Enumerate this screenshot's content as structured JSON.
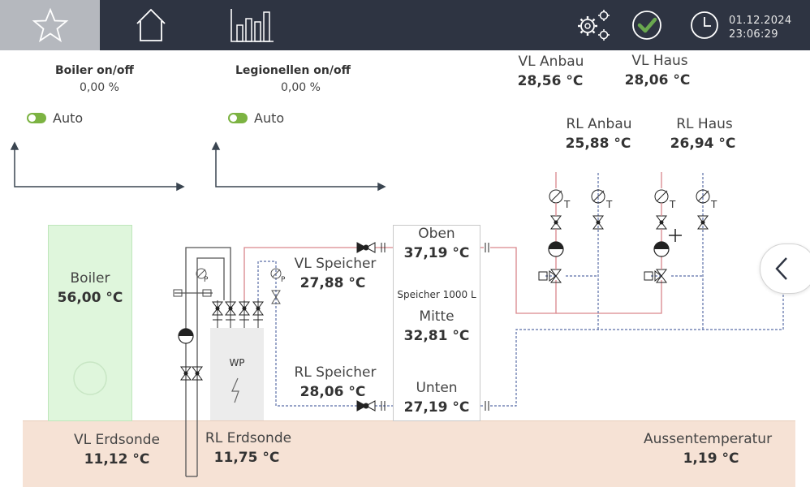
{
  "topbar": {
    "icons": [
      "star-icon",
      "home-icon",
      "bar-chart-icon",
      "settings-gears-icon",
      "status-ok-icon",
      "clock-icon"
    ],
    "date": "01.12.2024",
    "time": "23:06:29"
  },
  "controls": {
    "boiler": {
      "title": "Boiler on/off",
      "value": "0,00  %",
      "mode": "Auto"
    },
    "legionellen": {
      "title": "Legionellen on/off",
      "value": "0,00  %",
      "mode": "Auto"
    }
  },
  "sensors": {
    "vl_anbau": {
      "label": "VL Anbau",
      "value": "28,56 °C"
    },
    "vl_haus": {
      "label": "VL Haus",
      "value": "28,06 °C"
    },
    "rl_anbau": {
      "label": "RL Anbau",
      "value": "25,88 °C"
    },
    "rl_haus": {
      "label": "RL Haus",
      "value": "26,94 °C"
    },
    "boiler": {
      "label": "Boiler",
      "value": "56,00 °C"
    },
    "vl_speicher": {
      "label": "VL Speicher",
      "value": "27,88 °C"
    },
    "rl_speicher": {
      "label": "RL Speicher",
      "value": "28,06 °C"
    },
    "oben": {
      "label": "Oben",
      "value": "37,19 °C"
    },
    "mitte": {
      "label": "Mitte",
      "value": "32,81 °C"
    },
    "unten": {
      "label": "Unten",
      "value": "27,19 °C"
    },
    "vl_erdsonde": {
      "label": "VL Erdsonde",
      "value": "11,12 °C"
    },
    "rl_erdsonde": {
      "label": "RL Erdsonde",
      "value": "11,75 °C"
    },
    "aussen": {
      "label": "Aussentemperatur",
      "value": "1,19 °C"
    }
  },
  "tank": {
    "label": "Speicher 1000 L"
  },
  "wp": {
    "label": "WP"
  },
  "sensor_letters": {
    "t": "T",
    "p": "P"
  },
  "colors": {
    "topbar": "#2e3442",
    "flow": "#d9868c",
    "return": "#5a6ea6",
    "ok": "#6aa84f",
    "boiler_fill": "#dff6dc",
    "ground": "#f6e2d5"
  }
}
